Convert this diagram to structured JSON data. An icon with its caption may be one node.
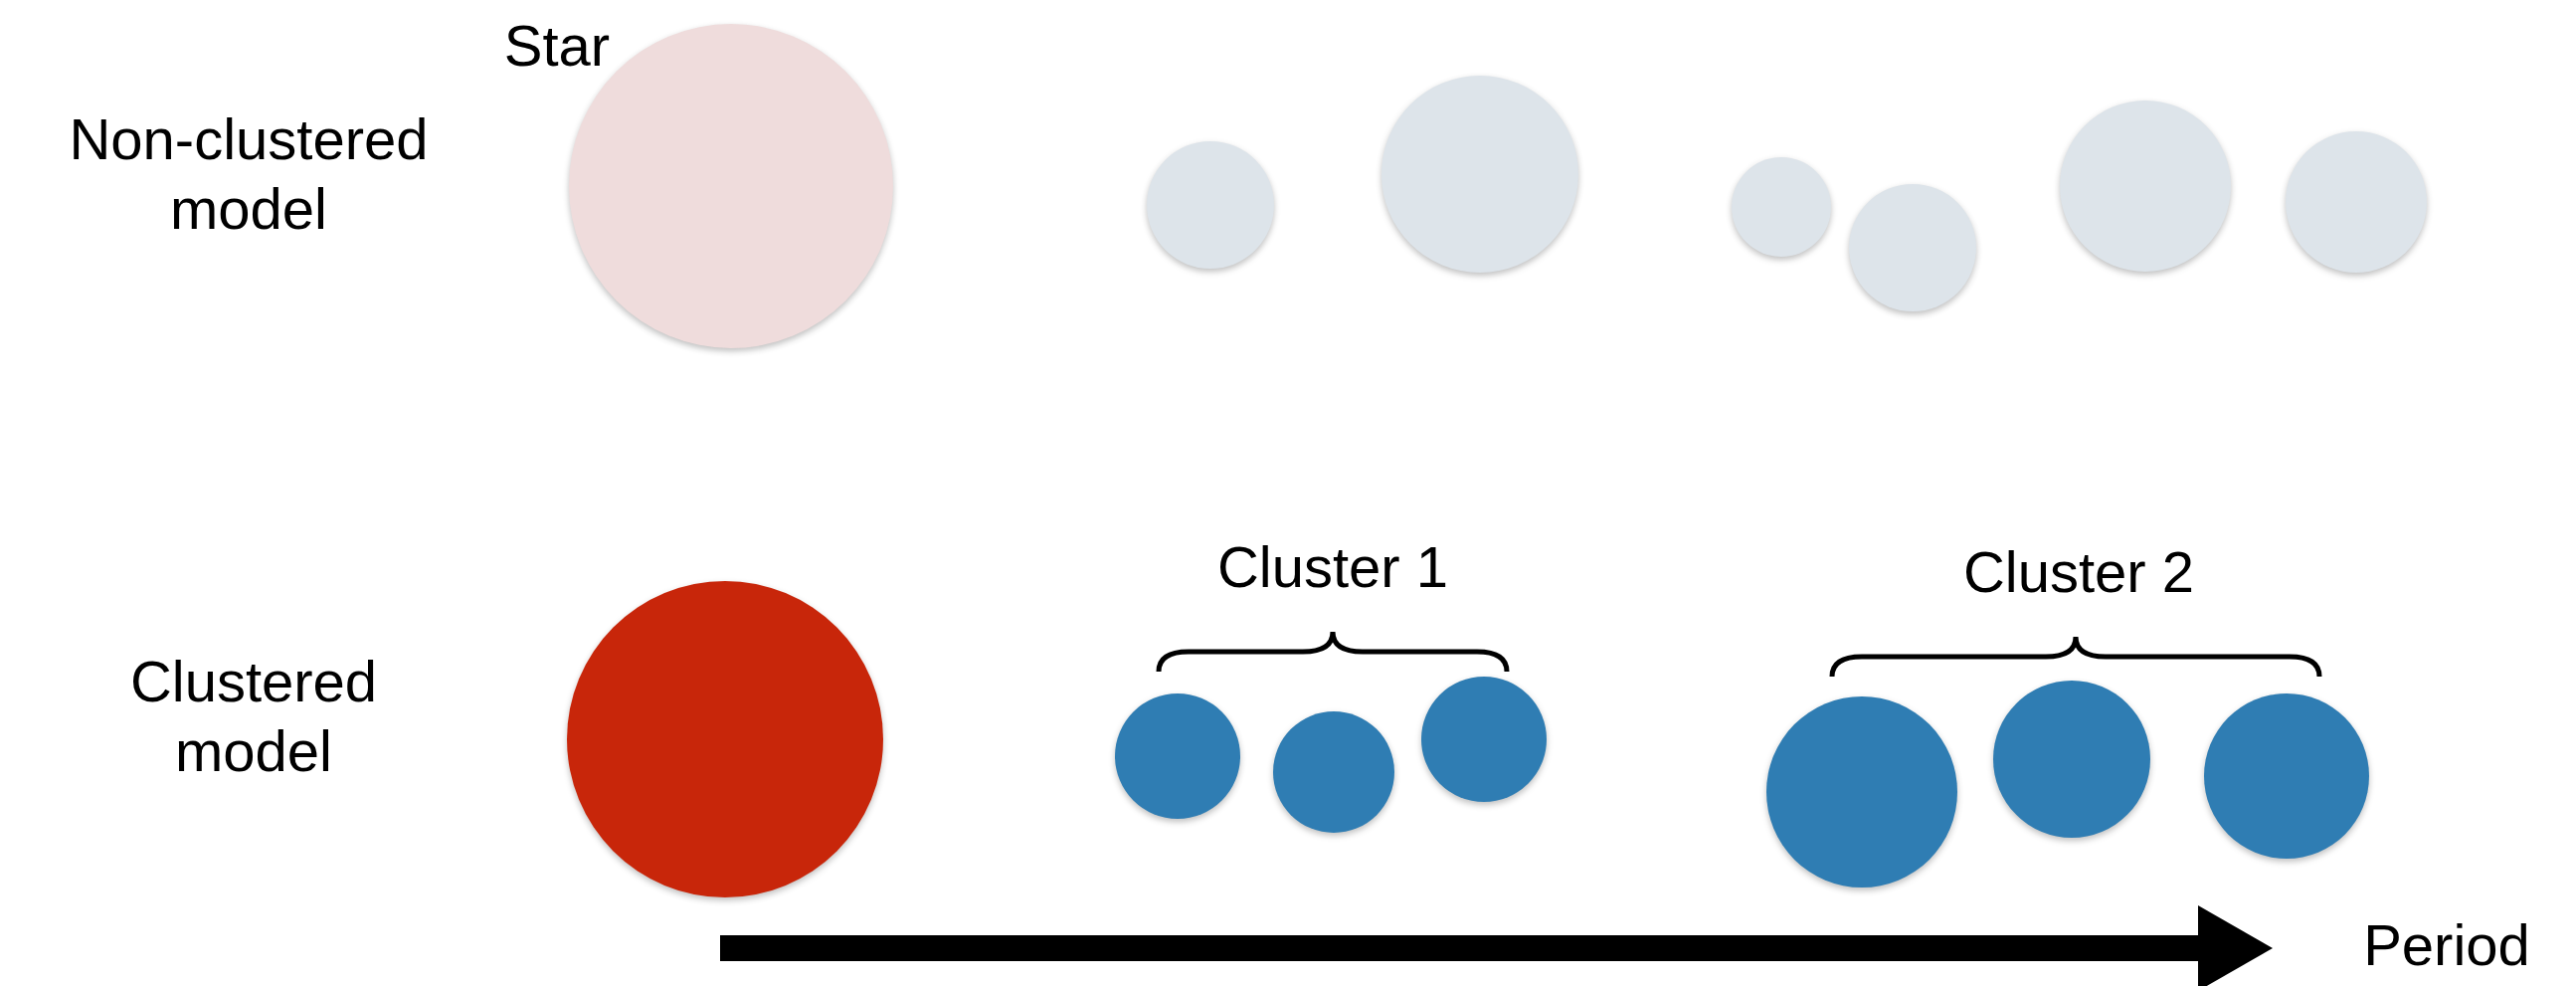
{
  "diagram": {
    "nodes": [
      {
        "text": [],
        "shape": "circle",
        "beside": [
          "Star"
        ]
      },
      {
        "text": [],
        "shape": "circle"
      },
      {
        "text": [],
        "shape": "circle"
      },
      {
        "text": [],
        "shape": "circle"
      },
      {
        "text": [],
        "shape": "circle"
      },
      {
        "text": [],
        "shape": "circle"
      },
      {
        "text": [],
        "shape": "circle"
      },
      {
        "text": [],
        "shape": "circle"
      },
      {
        "text": [],
        "shape": "circle"
      },
      {
        "text": [],
        "shape": "circle"
      },
      {
        "text": [],
        "shape": "circle"
      },
      {
        "text": [],
        "shape": "circle"
      },
      {
        "text": [],
        "shape": "circle"
      },
      {
        "text": [],
        "shape": "circle"
      }
    ],
    "edges": [],
    "labels": [
      "Non-clustered model",
      "Cluster 1",
      "Cluster 2",
      "Clustered model",
      "Period"
    ]
  }
}
